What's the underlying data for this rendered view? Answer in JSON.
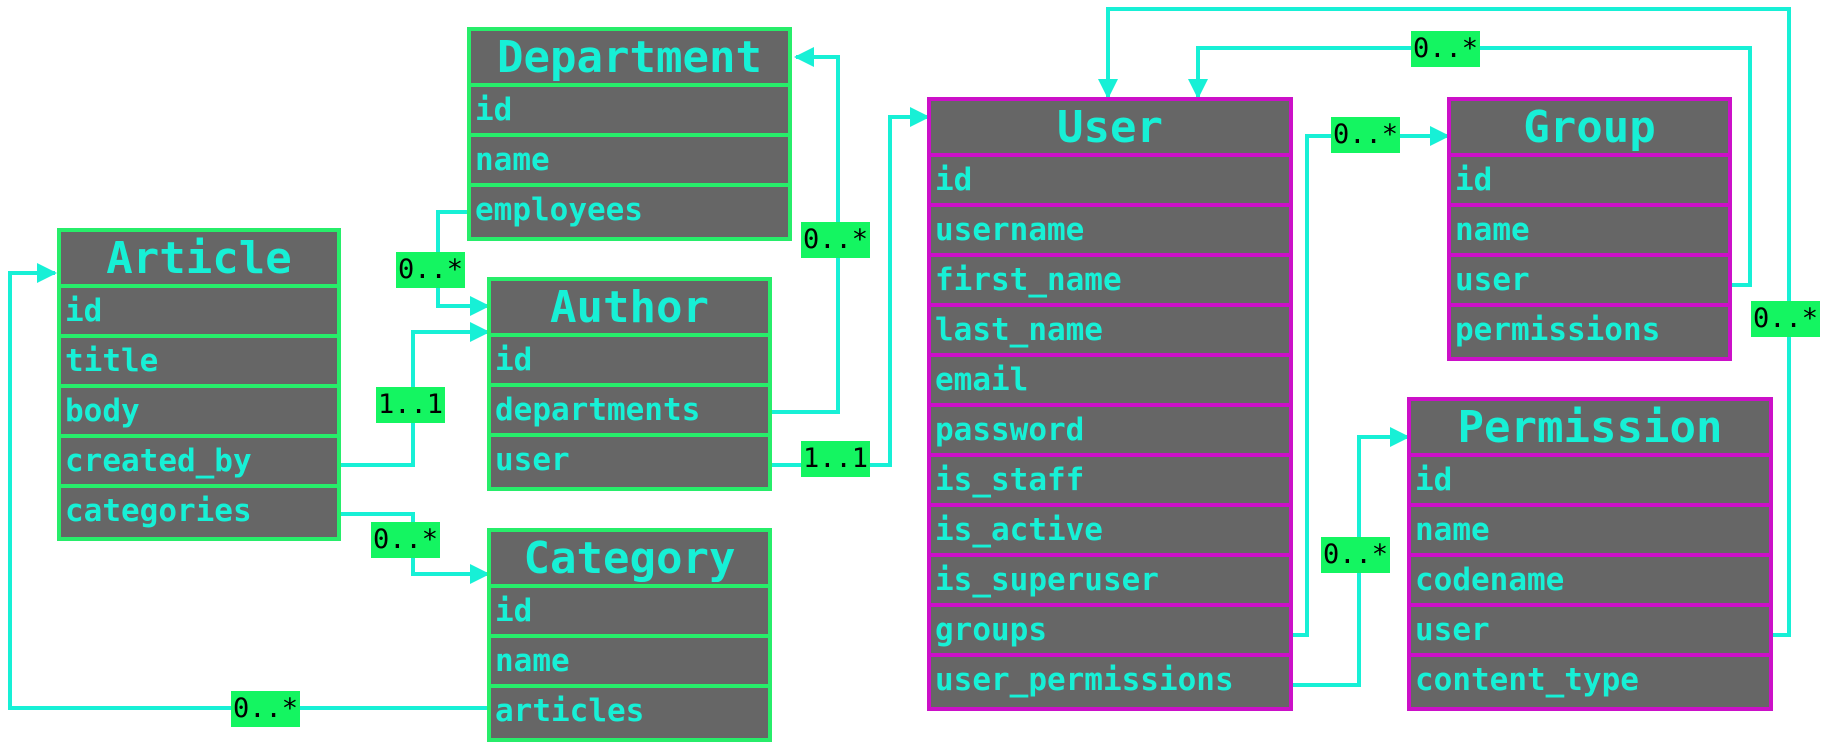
{
  "entities": {
    "department": {
      "title": "Department",
      "fields": [
        "id",
        "name",
        "employees"
      ]
    },
    "article": {
      "title": "Article",
      "fields": [
        "id",
        "title",
        "body",
        "created_by",
        "categories"
      ]
    },
    "author": {
      "title": "Author",
      "fields": [
        "id",
        "departments",
        "user"
      ]
    },
    "category": {
      "title": "Category",
      "fields": [
        "id",
        "name",
        "articles"
      ]
    },
    "user": {
      "title": "User",
      "fields": [
        "id",
        "username",
        "first_name",
        "last_name",
        "email",
        "password",
        "is_staff",
        "is_active",
        "is_superuser",
        "groups",
        "user_permissions"
      ]
    },
    "group": {
      "title": "Group",
      "fields": [
        "id",
        "name",
        "user",
        "permissions"
      ]
    },
    "permission": {
      "title": "Permission",
      "fields": [
        "id",
        "name",
        "codename",
        "user",
        "content_type"
      ]
    }
  },
  "multiplicities": {
    "dept_author": "0..*",
    "author_dept": "0..*",
    "article_author": "1..1",
    "article_category": "0..*",
    "author_user": "1..1",
    "category_article": "0..*",
    "group_user": "0..*",
    "user_group": "0..*",
    "permission_user": "0..*",
    "user_permission": "0..*"
  },
  "colors": {
    "entity_fill": "#666666",
    "app_entity_border": "#27ed6a",
    "auth_entity_border": "#cc10c8",
    "text": "#17f0d6",
    "connector": "#17f0d6",
    "multiplicity_label_bg": "#14f561"
  }
}
